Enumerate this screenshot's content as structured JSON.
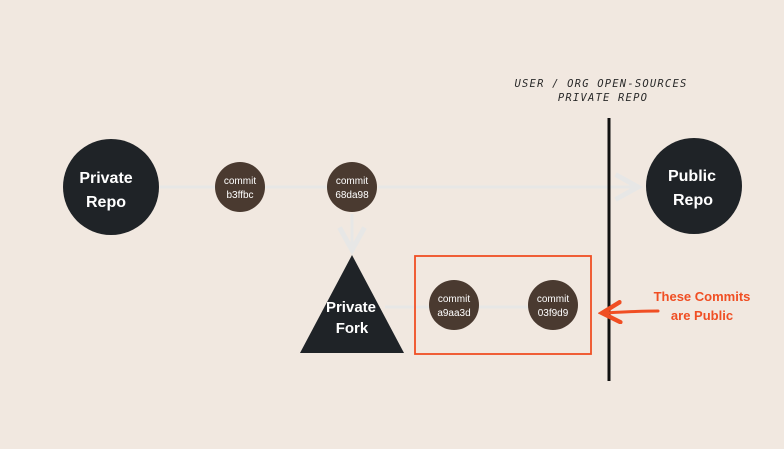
{
  "diagram": {
    "private_repo": {
      "line1": "Private",
      "line2": "Repo"
    },
    "public_repo": {
      "line1": "Public",
      "line2": "Repo"
    },
    "private_fork": {
      "line1": "Private",
      "line2": "Fork"
    },
    "commits": [
      {
        "label": "commit",
        "hash": "b3ffbc"
      },
      {
        "label": "commit",
        "hash": "68da98"
      },
      {
        "label": "commit",
        "hash": "a9aa3d"
      },
      {
        "label": "commit",
        "hash": "03f9d9"
      }
    ],
    "boundary_caption": {
      "line1": "USER / ORG OPEN-SOURCES",
      "line2": "PRIVATE REPO"
    },
    "callout": {
      "line1": "These Commits",
      "line2": "are Public"
    }
  },
  "colors": {
    "background": "#f1e8e0",
    "repo_node": "#1f2327",
    "commit_node": "#4a3a30",
    "highlight": "#f04e23",
    "arrow": "#e7e7e6",
    "divider": "#111111"
  }
}
